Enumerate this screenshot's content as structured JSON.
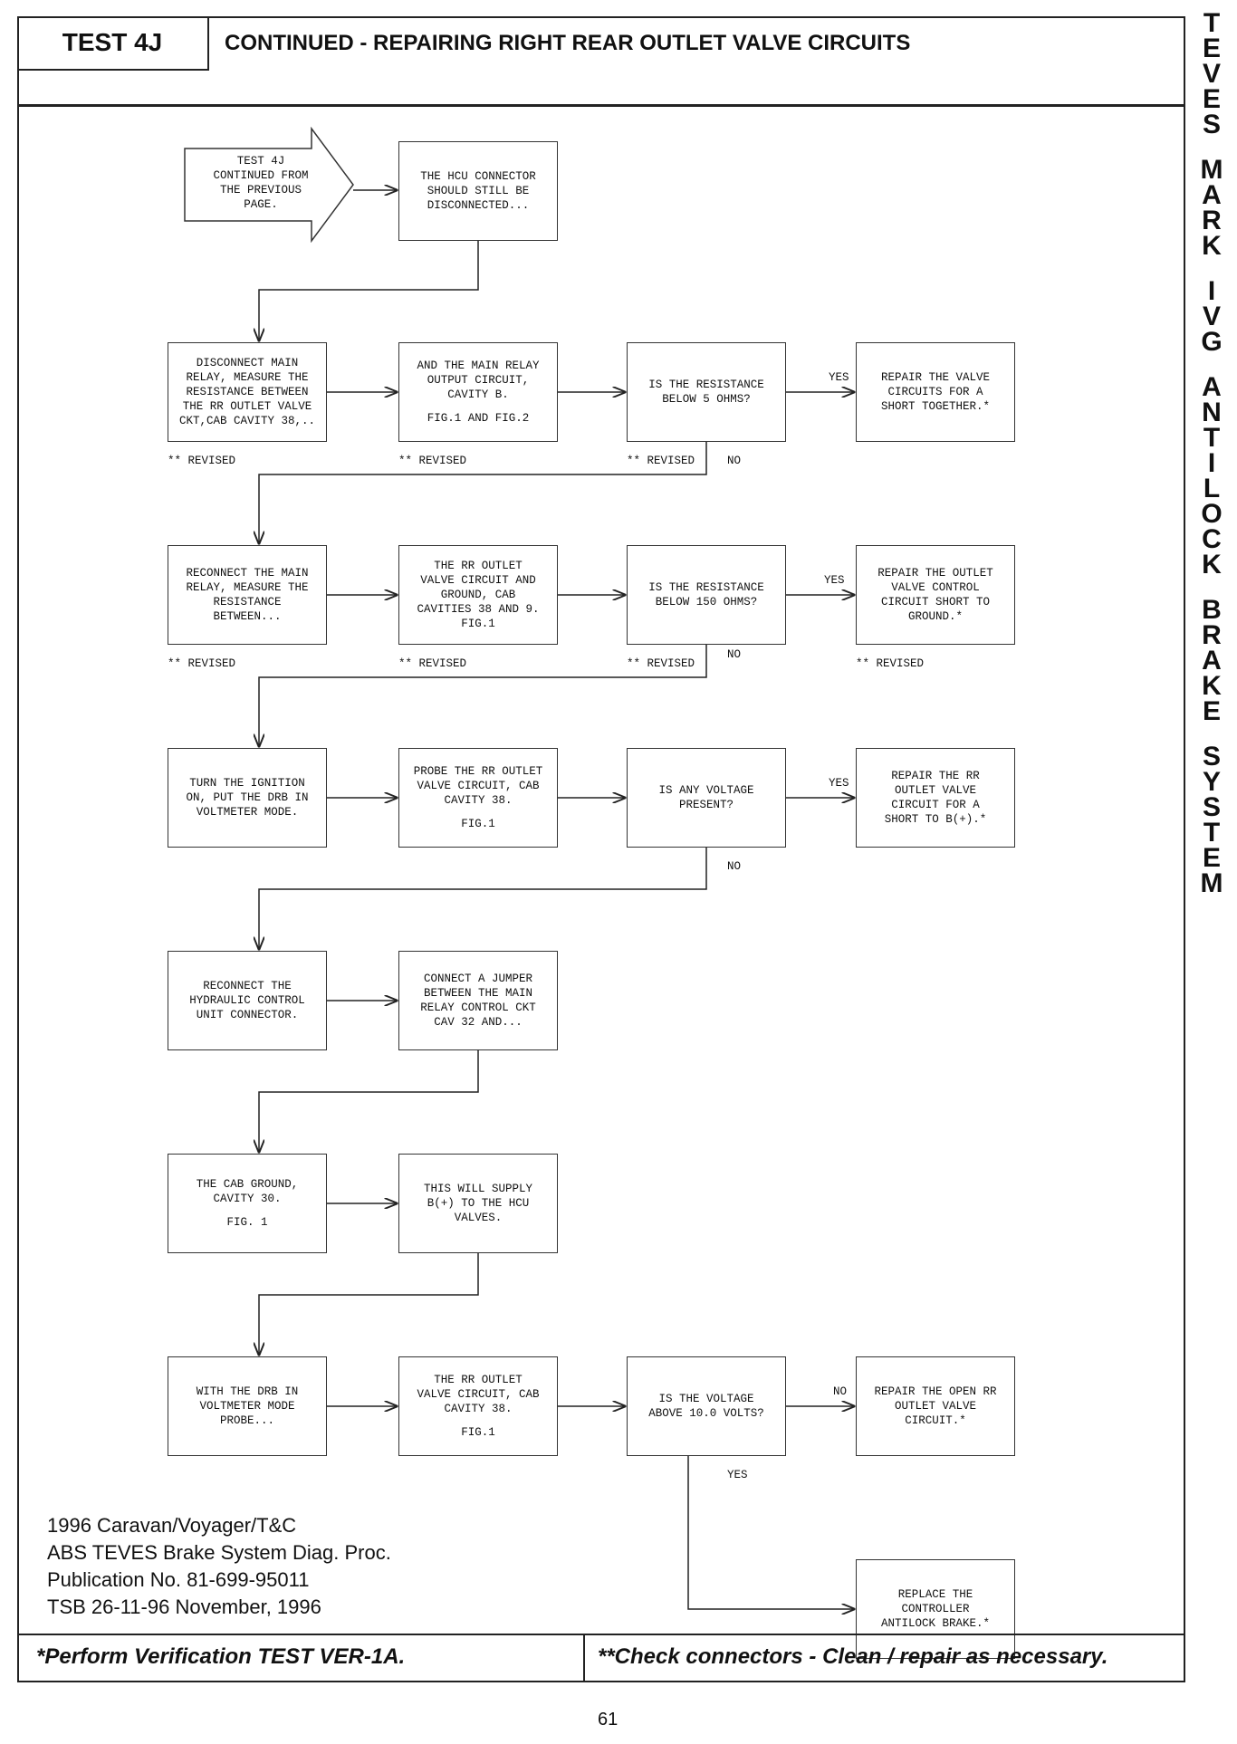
{
  "header": {
    "test_id": "TEST 4J",
    "title": "CONTINUED - REPAIRING RIGHT REAR OUTLET VALVE CIRCUITS"
  },
  "side_title": [
    "TEVES",
    "MARK",
    "IVG",
    "ANTILOCK",
    "BRAKE",
    "SYSTEM"
  ],
  "start": [
    "TEST 4J",
    "CONTINUED FROM",
    "THE PREVIOUS",
    "PAGE."
  ],
  "boxes": {
    "b_hcu": [
      "THE HCU CONNECTOR",
      "SHOULD STILL BE",
      "DISCONNECTED..."
    ],
    "r1c1": [
      "DISCONNECT MAIN",
      "RELAY, MEASURE THE",
      "RESISTANCE BETWEEN",
      "THE RR OUTLET VALVE",
      "CKT,CAB CAVITY 38,.."
    ],
    "r1c2": [
      "AND THE MAIN RELAY",
      "OUTPUT CIRCUIT,",
      "CAVITY B."
    ],
    "r1c2_fig": "FIG.1 AND FIG.2",
    "r1c3": [
      "IS THE RESISTANCE",
      "BELOW 5 OHMS?"
    ],
    "r1c4": [
      "REPAIR THE VALVE",
      "CIRCUITS FOR A",
      "SHORT TOGETHER.*"
    ],
    "r2c1": [
      "RECONNECT THE MAIN",
      "RELAY, MEASURE THE",
      "RESISTANCE",
      "BETWEEN..."
    ],
    "r2c2": [
      "THE RR OUTLET",
      "VALVE CIRCUIT AND",
      "GROUND, CAB",
      "CAVITIES 38 AND 9.",
      "FIG.1"
    ],
    "r2c3": [
      "IS THE RESISTANCE",
      "BELOW 150 OHMS?"
    ],
    "r2c4": [
      "REPAIR THE OUTLET",
      "VALVE CONTROL",
      "CIRCUIT SHORT TO",
      "GROUND.*"
    ],
    "r3c1": [
      "TURN THE IGNITION",
      "ON, PUT THE DRB IN",
      "VOLTMETER MODE."
    ],
    "r3c2": [
      "PROBE THE RR OUTLET",
      "VALVE CIRCUIT, CAB",
      "CAVITY 38."
    ],
    "r3c2_fig": "FIG.1",
    "r3c3": [
      "IS ANY VOLTAGE",
      "PRESENT?"
    ],
    "r3c4": [
      "REPAIR THE RR",
      "OUTLET VALVE",
      "CIRCUIT FOR A",
      "SHORT TO B(+).*"
    ],
    "r4c1": [
      "RECONNECT THE",
      "HYDRAULIC CONTROL",
      "UNIT CONNECTOR."
    ],
    "r4c2": [
      "CONNECT A JUMPER",
      "BETWEEN THE MAIN",
      "RELAY CONTROL CKT",
      "CAV 32 AND..."
    ],
    "r5c1": [
      "THE CAB GROUND,",
      "CAVITY 30."
    ],
    "r5c1_fig": "FIG. 1",
    "r5c2": [
      "THIS WILL SUPPLY",
      "B(+) TO THE HCU",
      "VALVES."
    ],
    "r6c1": [
      "WITH THE DRB IN",
      "VOLTMETER MODE",
      "PROBE..."
    ],
    "r6c2": [
      "THE RR OUTLET",
      "VALVE CIRCUIT, CAB",
      "CAVITY 38."
    ],
    "r6c2_fig": "FIG.1",
    "r6c3": [
      "IS THE VOLTAGE",
      "ABOVE 10.0 VOLTS?"
    ],
    "r6c4": [
      "REPAIR THE OPEN RR",
      "OUTLET VALVE",
      "CIRCUIT.*"
    ],
    "r7c4": [
      "REPLACE THE",
      "CONTROLLER",
      "ANTILOCK BRAKE.*"
    ]
  },
  "labels": {
    "revised": "** REVISED",
    "yes": "YES",
    "no": "NO"
  },
  "pub_info": [
    "1996 Caravan/Voyager/T&C",
    "ABS TEVES Brake System Diag. Proc.",
    "Publication No. 81-699-95011",
    "TSB 26-11-96   November, 1996"
  ],
  "footer": {
    "left": "*Perform Verification TEST VER-1A.",
    "right": "**Check connectors - Clean / repair as necessary."
  },
  "page_number": "61"
}
